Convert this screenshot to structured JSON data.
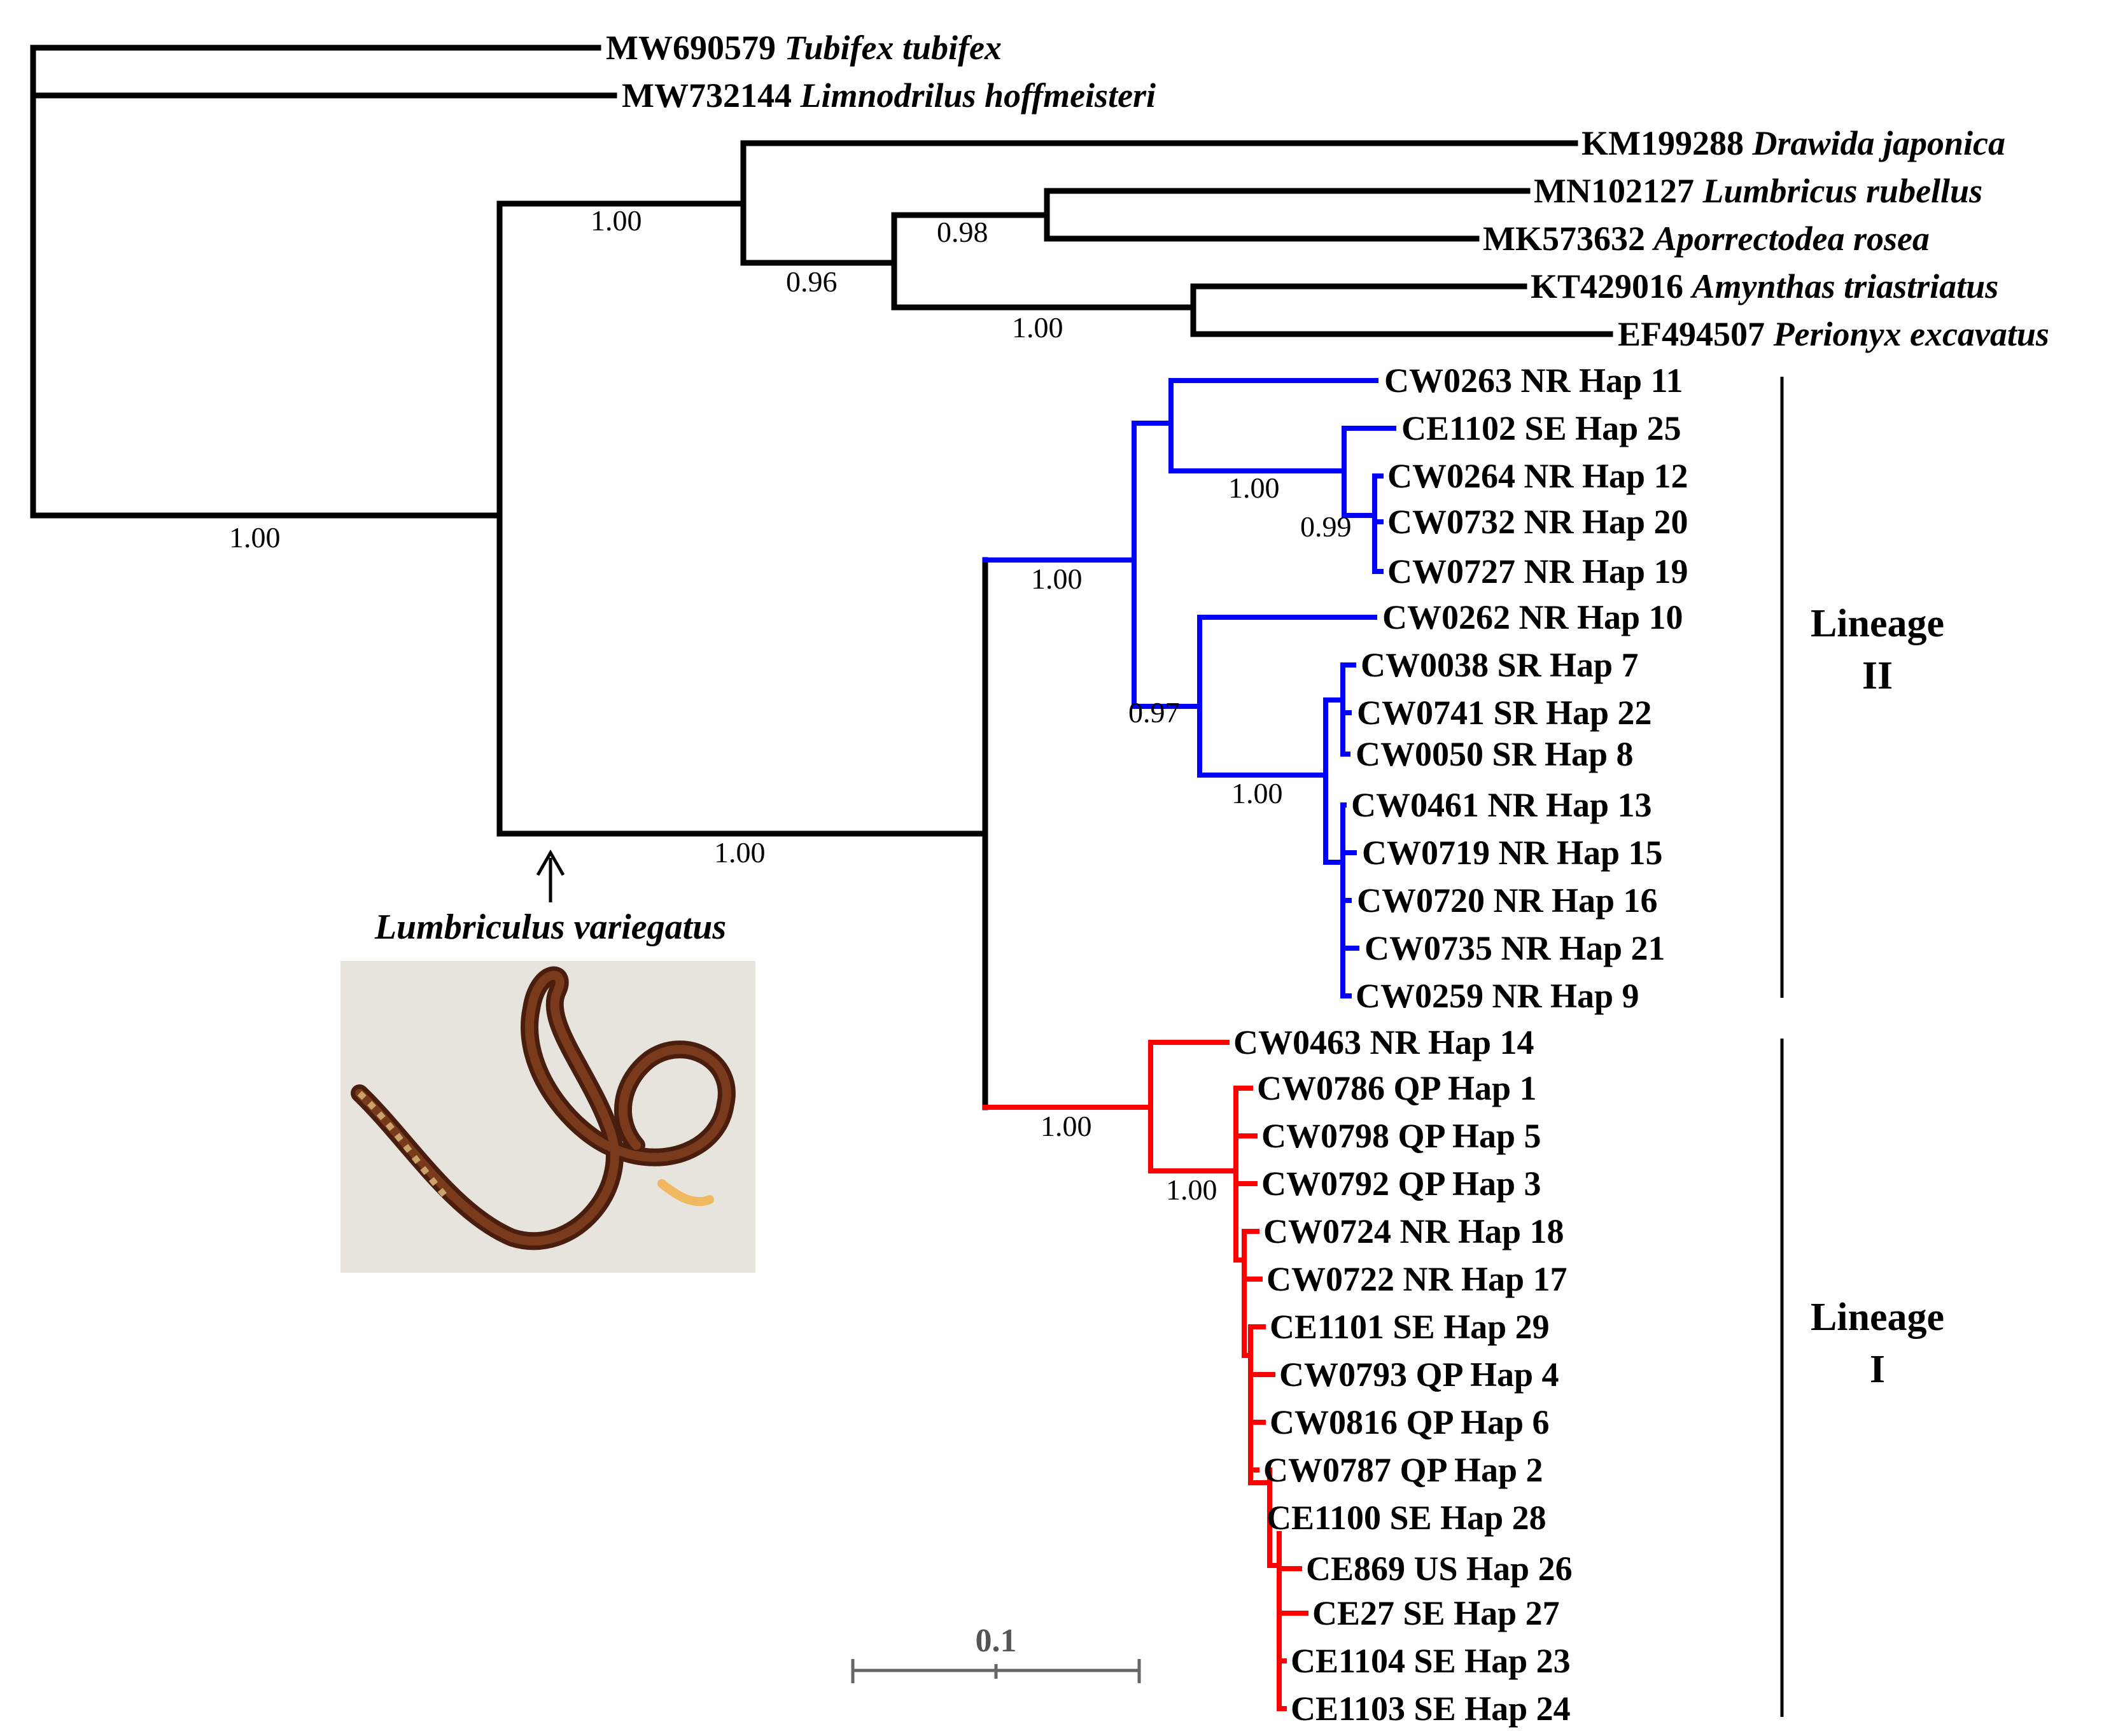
{
  "colors": {
    "outgroup": "#000000",
    "lineage_ii": "#0000ff",
    "lineage_i": "#ff0000",
    "scale": "#666666"
  },
  "tips": {
    "t1": {
      "acc": "MW690579",
      "species": "Tubifex tubifex"
    },
    "t2": {
      "acc": "MW732144",
      "species": "Limnodrilus hoffmeisteri"
    },
    "t3": {
      "acc": "KM199288",
      "species": "Drawida japonica"
    },
    "t4": {
      "acc": "MN102127",
      "species": "Lumbricus rubellus"
    },
    "t5": {
      "acc": "MK573632",
      "species": "Aporrectodea rosea"
    },
    "t6": {
      "acc": "KT429016",
      "species": "Amynthas triastriatus"
    },
    "t7": {
      "acc": "EF494507",
      "species": "Perionyx excavatus"
    },
    "t8": "CW0263 NR Hap 11",
    "t9": "CE1102 SE Hap 25",
    "t10": "CW0264 NR Hap 12",
    "t11": "CW0732 NR Hap 20",
    "t12": "CW0727 NR Hap 19",
    "t13": "CW0262 NR Hap 10",
    "t14": "CW0038 SR Hap 7",
    "t15": "CW0741 SR Hap 22",
    "t16": "CW0050 SR Hap 8",
    "t17": "CW0461 NR Hap 13",
    "t18": "CW0719 NR Hap 15",
    "t19": "CW0720 NR Hap 16",
    "t20": "CW0735 NR Hap 21",
    "t21": "CW0259 NR Hap 9",
    "t22": "CW0463 NR Hap 14",
    "t23": "CW0786 QP Hap 1",
    "t24": "CW0798 QP Hap 5",
    "t25": "CW0792 QP Hap 3",
    "t26": "CW0724 NR Hap 18",
    "t27": "CW0722 NR Hap 17",
    "t28": "CE1101 SE Hap 29",
    "t29": "CW0793 QP Hap 4",
    "t30": "CW0816 QP Hap 6",
    "t31": "CW0787 QP Hap 2",
    "t32": "CE1100 SE Hap 28",
    "t33": "CE869 US Hap 26",
    "t34": "CE27 SE Hap 27",
    "t35": "CE1104 SE Hap 23",
    "t36": "CE1103 SE Hap 24"
  },
  "support": {
    "s_root": "1.00",
    "s_earth": "1.00",
    "s_096": "0.96",
    "s_098": "0.98",
    "s_amy": "1.00",
    "s_lv": "1.00",
    "s_ii": "1.00",
    "s_iia": "1.00",
    "s_099": "0.99",
    "s_097": "0.97",
    "s_iib": "1.00",
    "s_i": "1.00",
    "s_ib": "1.00"
  },
  "lineages": {
    "ii_word": "Lineage",
    "ii_num": "II",
    "i_word": "Lineage",
    "i_num": "I"
  },
  "scale_bar": {
    "label": "0.1"
  },
  "arrow_label": "Lumbriculus variegatus"
}
